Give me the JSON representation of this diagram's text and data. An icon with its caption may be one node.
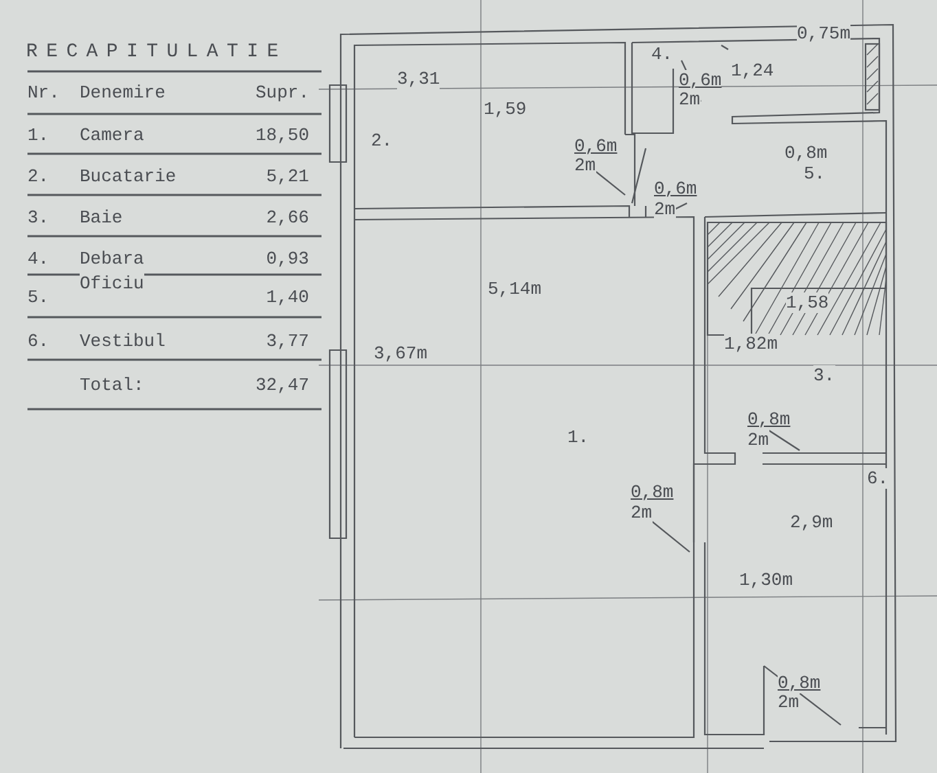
{
  "diagram": {
    "title": "RECAPITULATIE",
    "labels": [
      "Nr.",
      "Denemire",
      "Supr.",
      "1.",
      "Camera",
      "18,50",
      "2.",
      "Bucatarie",
      "5,21",
      "3.",
      "Baie",
      "2,66",
      "4.",
      "Debara",
      "0,93",
      "5.",
      "Oficiu",
      "1,40",
      "6.",
      "Vestibul",
      "3,77",
      "Total:",
      "32,47",
      "0,75m",
      "3,31",
      "4.",
      "1,24",
      "0,6m",
      "2m",
      "1,59",
      "2.",
      "0,6m",
      "2m",
      "0,8m",
      "5.",
      "0,6m",
      "2m",
      "5,14m",
      "1,58",
      "3,67m",
      "1,82m",
      "3.",
      "1.",
      "0,8m",
      "2m",
      "6.",
      "0,8m",
      "2m",
      "2,9m",
      "1,30m",
      "0,8m",
      "2m"
    ]
  }
}
